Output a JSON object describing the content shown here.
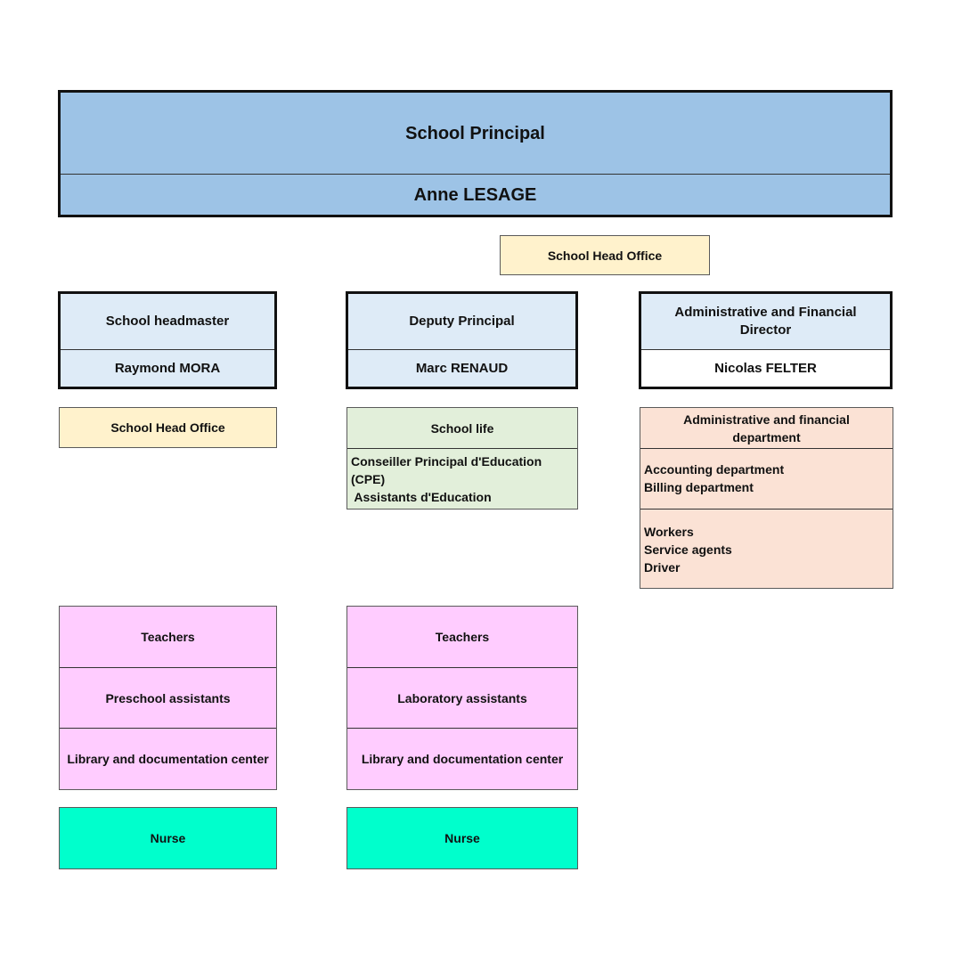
{
  "principal": {
    "role": "School Principal",
    "name": "Anne LESAGE"
  },
  "head_office_top": "School Head Office",
  "headmaster": {
    "role": "School headmaster",
    "name": "Raymond MORA"
  },
  "deputy": {
    "role": "Deputy Principal",
    "name": "Marc RENAUD"
  },
  "director": {
    "role": "Administrative and Financial Director",
    "name": "Nicolas FELTER"
  },
  "head_office_left": "School Head Office",
  "school_life": {
    "title": "School life",
    "lines": [
      "Conseiller Principal d'Education",
      "(CPE)",
      " Assistants d'Education"
    ]
  },
  "admin_dept": {
    "title": "Administrative and financial department",
    "group1": [
      "Accounting department",
      "Billing department"
    ],
    "group2": [
      "Workers",
      "Service agents",
      "Driver"
    ]
  },
  "staff_left": [
    "Teachers",
    "Preschool assistants",
    "Library and documentation center"
  ],
  "staff_mid": [
    "Teachers",
    "Laboratory assistants",
    "Library and documentation center"
  ],
  "nurse_left": "Nurse",
  "nurse_mid": "Nurse",
  "colors": {
    "principal": "#9dc3e6",
    "manager": "#deebf7",
    "head_office": "#fff2cc",
    "school_life": "#e2efda",
    "admin": "#fbe2d5",
    "staff": "#ffccff",
    "nurse": "#00ffcc"
  }
}
